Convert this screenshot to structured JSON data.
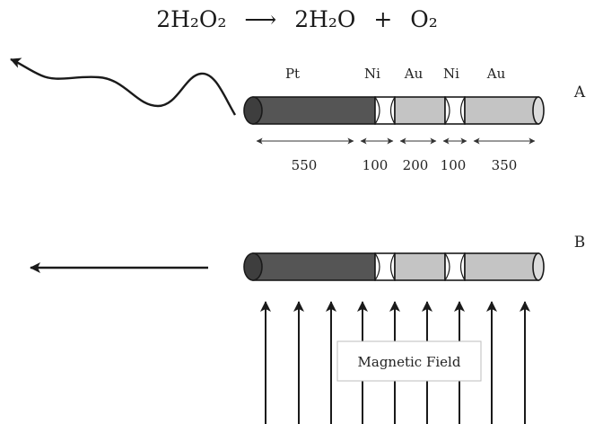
{
  "equation": {
    "left": "2H₂O₂",
    "arrow": "⟶",
    "right1": "2H₂O",
    "plus": "+",
    "right2": "O₂"
  },
  "segments": [
    "Pt",
    "Ni",
    "Au",
    "Ni",
    "Au"
  ],
  "lengths": [
    "550",
    "100",
    "200",
    "100",
    "350"
  ],
  "panel_a_label": "A",
  "panel_b_label": "B",
  "field_label": "Magnetic Field",
  "colors": {
    "pt": "#555555",
    "pt_end": "#3e3e3e",
    "ni": "#ffffff",
    "au": "#c4c4c4",
    "au_end": "#dcdcdc",
    "stroke": "#1a1a1a"
  },
  "icons": [
    "wavy-trajectory-arrow",
    "straight-left-arrow",
    "magnetic-field-arrows"
  ]
}
